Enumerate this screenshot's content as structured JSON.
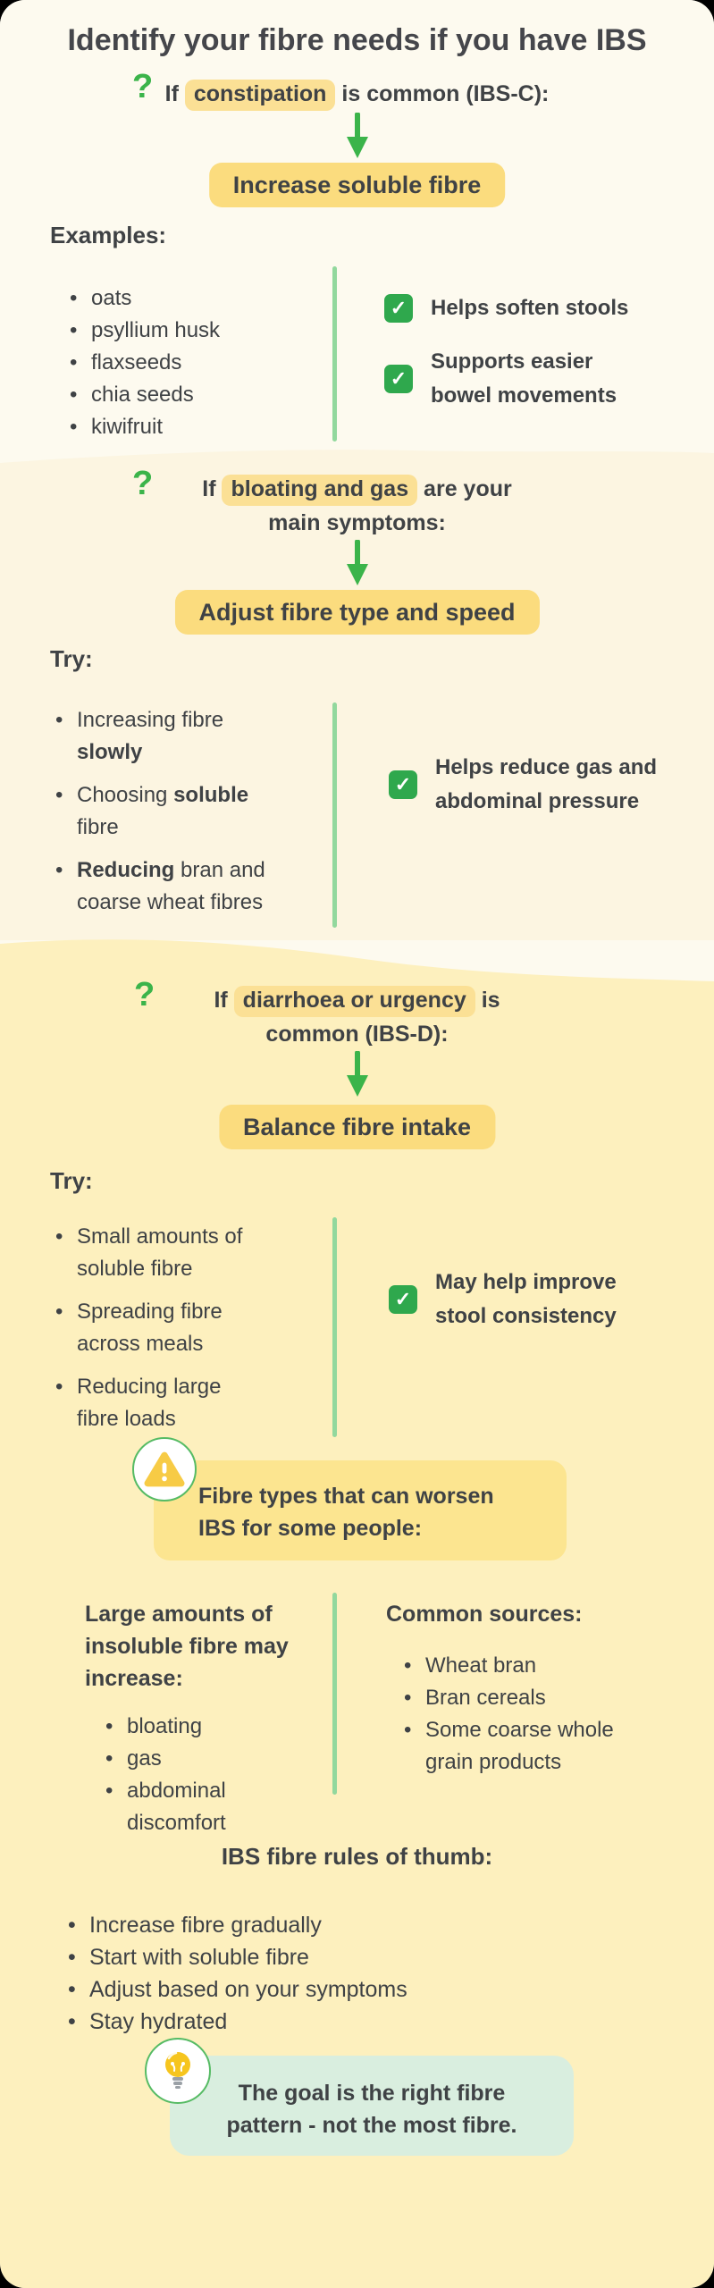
{
  "title": "Identify your fibre needs if you have IBS",
  "glyphs": {
    "question": "?",
    "check": "✓",
    "bullet": "•"
  },
  "s1": {
    "q_pre": "If ",
    "q_hl": "constipation",
    "q_post": " is common (IBS-C):",
    "chip": "Increase soluble fibre",
    "examples_label": "Examples:",
    "items": [
      "oats",
      "psyllium husk",
      "flaxseeds",
      "chia seeds",
      "kiwifruit"
    ],
    "check1": "Helps soften stools",
    "check2_line1": "Supports easier",
    "check2_line2": "bowel movements"
  },
  "s2": {
    "q_line1_pre": "If ",
    "q_line1_hl": "bloating and gas",
    "q_line1_post": " are your",
    "q_line2": "main symptoms:",
    "chip": "Adjust fibre type and speed",
    "try_label": "Try:",
    "b1_l1": "Increasing fibre",
    "b1_l2_bold": "slowly",
    "b2_l1_pre": "Choosing ",
    "b2_l1_bold": "soluble",
    "b2_l2": "fibre",
    "b3_l1_bold": "Reducing",
    "b3_l1_post": " bran and",
    "b3_l2": "coarse wheat fibres",
    "check_line1": "Helps reduce gas and",
    "check_line2": "abdominal pressure"
  },
  "s3": {
    "q_line1_pre": "If ",
    "q_line1_hl": "diarrhoea or urgency",
    "q_line1_post": " is",
    "q_line2": "common (IBS-D):",
    "chip": "Balance fibre intake",
    "try_label": "Try:",
    "b1_l1": "Small amounts of",
    "b1_l2": "soluble fibre",
    "b2_l1": "Spreading fibre",
    "b2_l2": "across meals",
    "b3_l1": "Reducing large",
    "b3_l2": "fibre loads",
    "check_line1": "May help improve",
    "check_line2": "stool consistency"
  },
  "s4": {
    "warn_line1": "Fibre types that can worsen",
    "warn_line2": "IBS for some people:",
    "left_h1": "Large amounts of",
    "left_h2": "insoluble fibre may",
    "left_h3": "increase:",
    "left_items": [
      "bloating",
      "gas"
    ],
    "left_item3_l1": "abdominal",
    "left_item3_l2": "discomfort",
    "right_h": "Common sources:",
    "right_items": [
      "Wheat bran",
      "Bran cereals"
    ],
    "right_item3_l1": "Some coarse whole",
    "right_item3_l2": "grain products"
  },
  "s5": {
    "heading": "IBS fibre rules of thumb:",
    "items": [
      "Increase fibre gradually",
      "Start with soluble fibre",
      "Adjust based on your symptoms",
      "Stay hydrated"
    ],
    "tip_line1": "The goal is the right fibre",
    "tip_line2": "pattern - not the most fibre."
  },
  "colors": {
    "background_top": "#FDFAEF",
    "background_mid": "#FCF5E1",
    "background_bottom": "#FDF0BE",
    "chip_yellow": "#FBDC7E",
    "highlight_yellow": "#FBE095",
    "warning_box_yellow": "#FCE590",
    "tip_box_mint": "#D9EEDF",
    "icon_green": "#3BB44A",
    "divider_green": "#92D89D",
    "check_green": "#2FA84D",
    "triangle_yellow": "#F7CB45",
    "text_dark": "#3F4245"
  }
}
